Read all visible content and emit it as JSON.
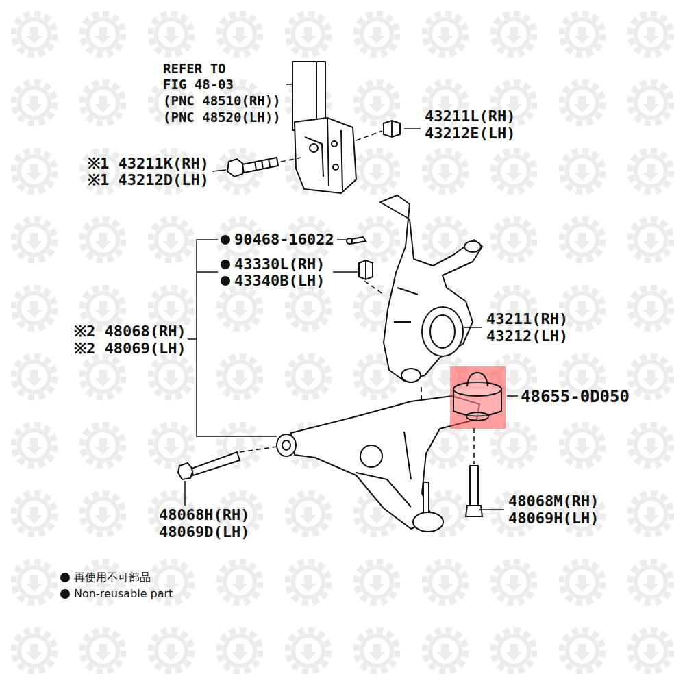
{
  "diagram": {
    "labels": [
      "REFER TO",
      "FIG 48-03",
      "(PNC 48510(RH))",
      "(PNC 48520(LH))",
      "43211L(RH)",
      "43212E(LH)",
      "※1 43211K(RH)",
      "※1 43212D(LH)",
      "90468-16022",
      "43330L(RH)",
      "43340B(LH)",
      "43211(RH)",
      "43212(LH)",
      "※2 48068(RH)",
      "※2 48069(LH)",
      "48655-0D050",
      "48068H(RH)",
      "48069D(LH)",
      "48068M(RH)",
      "48069H(LH)"
    ],
    "legend": [
      {
        "text": "再使用不可部品"
      },
      {
        "text": "Non-reusable part"
      }
    ]
  }
}
